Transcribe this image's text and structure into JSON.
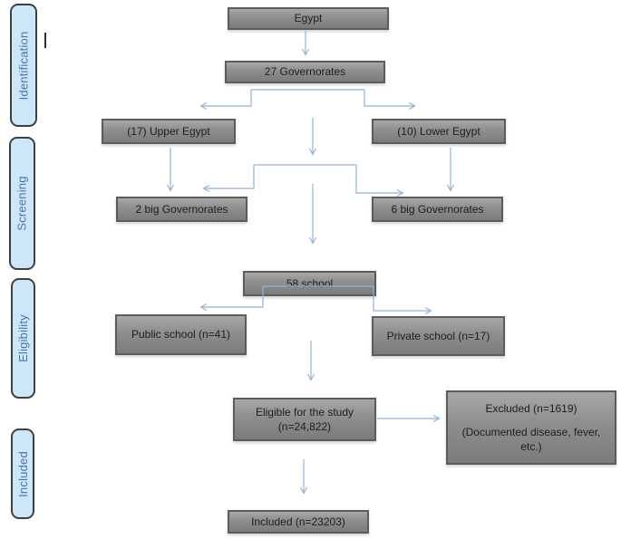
{
  "diagram_type": "study-selection-flowchart",
  "colors": {
    "background": "#ffffff",
    "arrow": "#92b2d6",
    "node_fill": "#8f8f8f",
    "node_border": "#5c5c5c",
    "node_text": "#1d1d1d",
    "stage_fill": "#cde7f8",
    "stage_border": "#3f3f3f",
    "stage_text": "#4a74a8"
  },
  "sidebar": {
    "stages": [
      {
        "label": "Identification"
      },
      {
        "label": "Screening"
      },
      {
        "label": "Eligibility"
      },
      {
        "label": "Included"
      }
    ]
  },
  "nodes": {
    "egypt": {
      "label": "Egypt"
    },
    "governorates_27": {
      "label": "27 Governorates"
    },
    "upper_egypt": {
      "label": "(17) Upper Egypt"
    },
    "lower_egypt": {
      "label": "(10) Lower Egypt"
    },
    "big_gov_2": {
      "label": "2 big Governorates"
    },
    "big_gov_6": {
      "label": "6 big Governorates"
    },
    "schools_58": {
      "label": "58 school"
    },
    "public_school": {
      "label": "Public school (n=41)"
    },
    "private_school": {
      "label": "Private school (n=17)"
    },
    "eligible": {
      "line1": "Eligible for the study",
      "line2": "(n=24,822)"
    },
    "excluded": {
      "line1": "Excluded (n=1619)",
      "line2": "(Documented disease, fever, etc.)"
    },
    "included": {
      "label": "Included (n=23203)"
    }
  }
}
